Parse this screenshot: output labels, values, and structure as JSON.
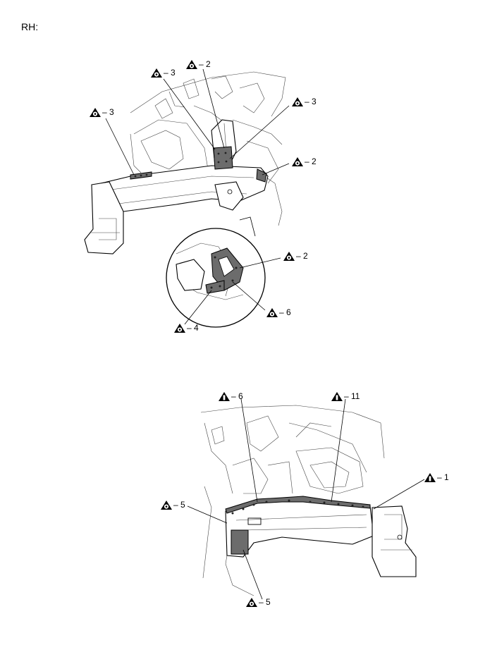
{
  "header": {
    "text": "RH:"
  },
  "upper_callouts": [
    {
      "id": "u1",
      "symbol": "spot-weld-symbol",
      "text": "3"
    },
    {
      "id": "u2",
      "symbol": "spot-weld-symbol",
      "text": "2"
    },
    {
      "id": "u3",
      "symbol": "spot-weld-symbol",
      "text": "3"
    },
    {
      "id": "u4",
      "symbol": "spot-weld-symbol",
      "text": "3"
    },
    {
      "id": "u5",
      "symbol": "spot-weld-symbol",
      "text": "2"
    },
    {
      "id": "u6",
      "symbol": "spot-weld-symbol",
      "text": "2"
    },
    {
      "id": "u7",
      "symbol": "spot-weld-symbol",
      "text": "6"
    },
    {
      "id": "u8",
      "symbol": "spot-weld-symbol",
      "text": "4"
    }
  ],
  "lower_callouts": [
    {
      "id": "l1",
      "symbol": "weld-alt-symbol",
      "text": "6"
    },
    {
      "id": "l2",
      "symbol": "weld-alt-symbol",
      "text": "11"
    },
    {
      "id": "l3",
      "symbol": "weld-alt-symbol",
      "text": "1"
    },
    {
      "id": "l4",
      "symbol": "spot-weld-symbol",
      "text": "5"
    },
    {
      "id": "l5",
      "symbol": "spot-weld-symbol",
      "text": "5"
    }
  ],
  "dash": "–"
}
